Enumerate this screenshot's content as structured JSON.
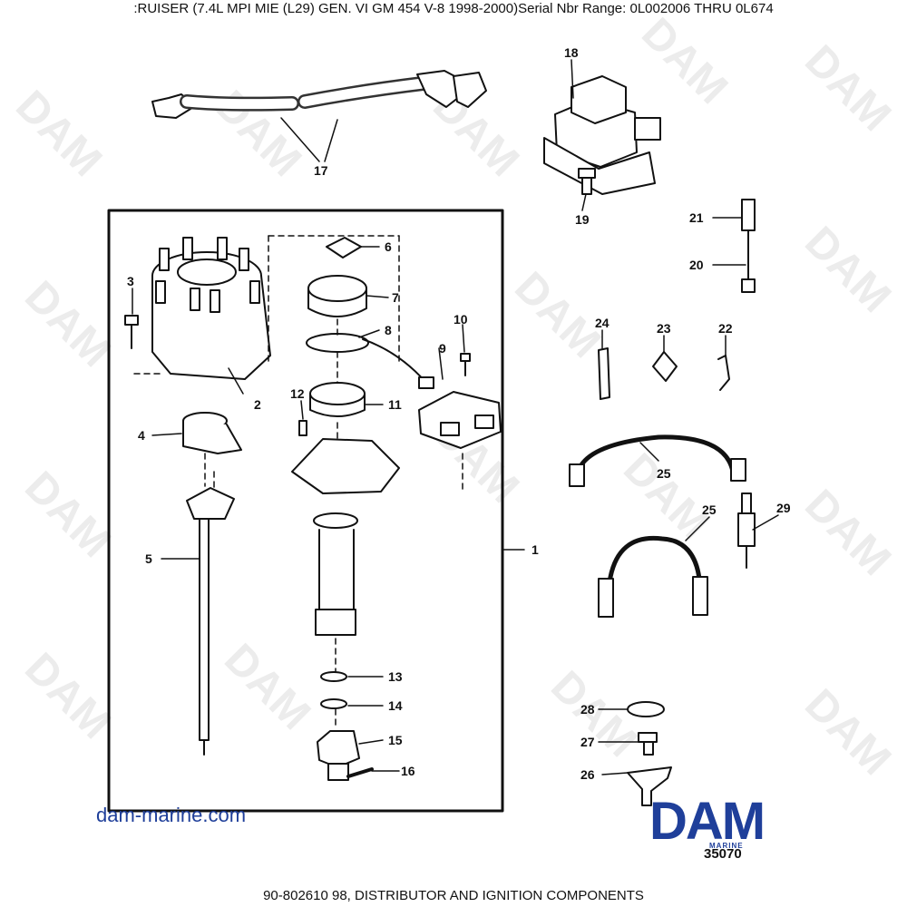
{
  "header": {
    "title": ":RUISER (7.4L MPI MIE (L29) GEN. VI    GM 454 V-8 1998-2000)Serial Nbr Range: 0L002006 THRU 0L674"
  },
  "footer": {
    "caption": "90-802610 98, DISTRIBUTOR AND IGNITION COMPONENTS"
  },
  "site_link": "dam-marine.com",
  "figure_number": "35070",
  "logo": {
    "main": "DAM",
    "sub": "MARINE"
  },
  "watermark": "DAM",
  "callouts": {
    "c1": "1",
    "c2": "2",
    "c3": "3",
    "c4": "4",
    "c5": "5",
    "c6": "6",
    "c7": "7",
    "c8": "8",
    "c9": "9",
    "c10": "10",
    "c11": "11",
    "c12": "12",
    "c13": "13",
    "c14": "14",
    "c15": "15",
    "c16": "16",
    "c17": "17",
    "c18": "18",
    "c19": "19",
    "c20": "20",
    "c21": "21",
    "c22": "22",
    "c23": "23",
    "c24": "24",
    "c25a": "25",
    "c25b": "25",
    "c26": "26",
    "c27": "27",
    "c28": "28",
    "c29": "29"
  },
  "colors": {
    "brand": "#1f3f9a",
    "line": "#111111",
    "watermark": "#ececec"
  }
}
